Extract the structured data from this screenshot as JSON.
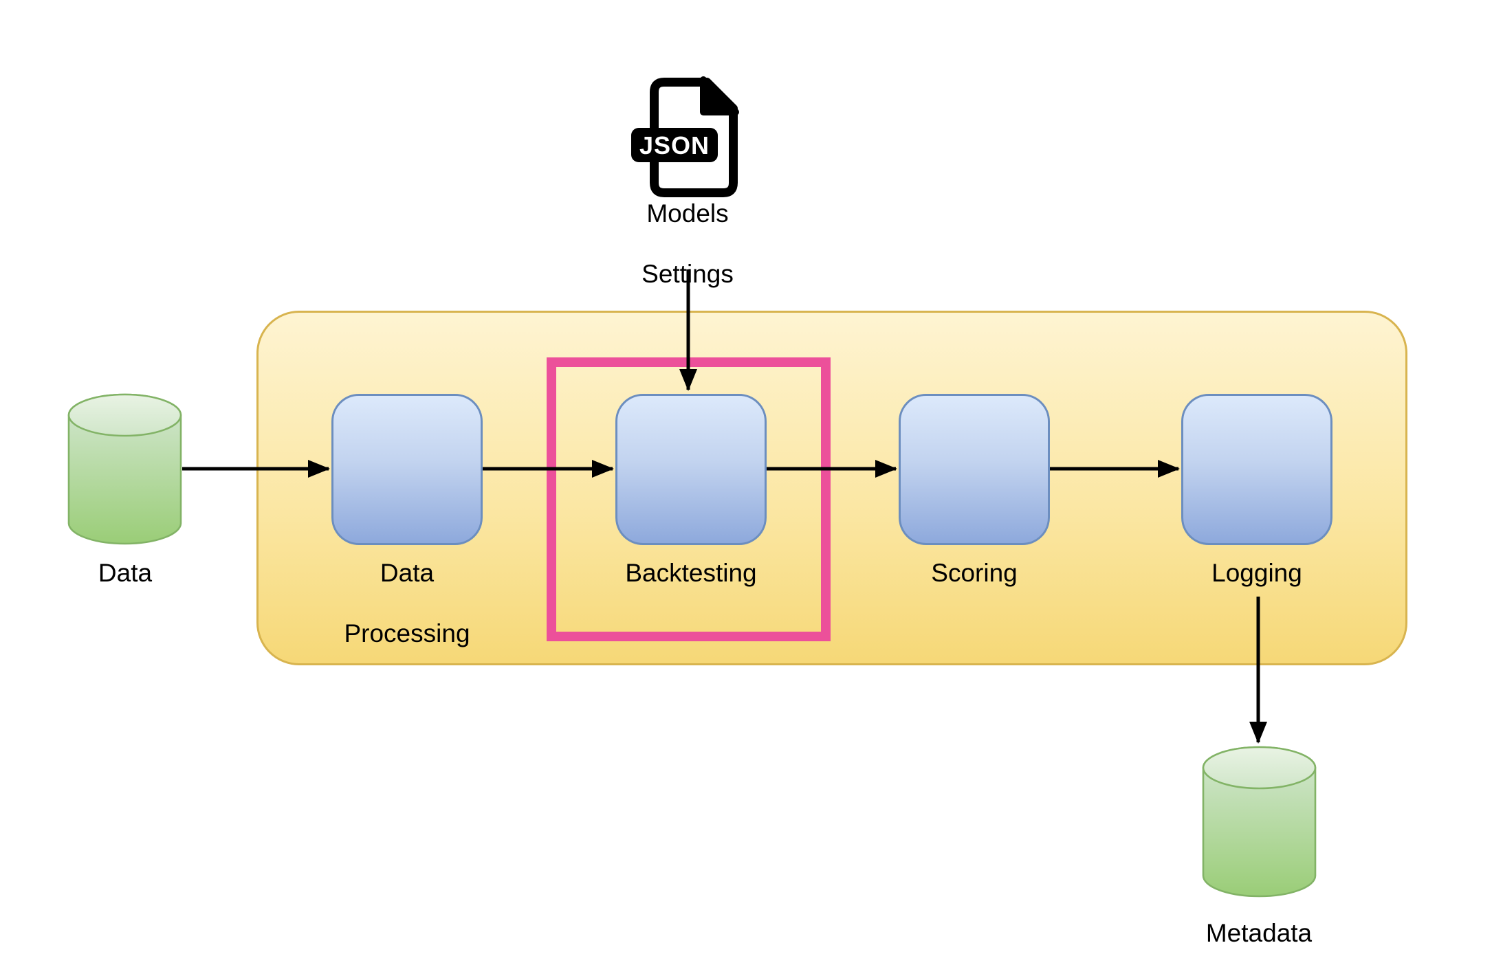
{
  "diagram": {
    "description": "Backtesting pipeline flow diagram",
    "source_store": {
      "label": "Data"
    },
    "sink_store": {
      "label": "Metadata"
    },
    "config_file": {
      "badge": "JSON",
      "label_line1": "Models",
      "label_line2": "Settings"
    },
    "pipeline": {
      "steps": [
        {
          "label_line1": "Data",
          "label_line2": "Processing",
          "highlighted": false
        },
        {
          "label_line1": "Backtesting",
          "label_line2": "",
          "highlighted": true
        },
        {
          "label_line1": "Scoring",
          "label_line2": "",
          "highlighted": false
        },
        {
          "label_line1": "Logging",
          "label_line2": "",
          "highlighted": false
        }
      ]
    },
    "colors": {
      "container_fill_top": "#FEF4D2",
      "container_fill_bottom": "#F6D877",
      "container_border": "#D8B44F",
      "step_fill_top": "#DCE9FB",
      "step_fill_bottom": "#8EA9DC",
      "step_border": "#6C8EBF",
      "datastore_fill_top": "#D5E8D4",
      "datastore_fill_bottom": "#9ACD77",
      "datastore_border": "#82B366",
      "highlight": "#EC509A",
      "arrow": "#000000",
      "text": "#000000"
    }
  }
}
